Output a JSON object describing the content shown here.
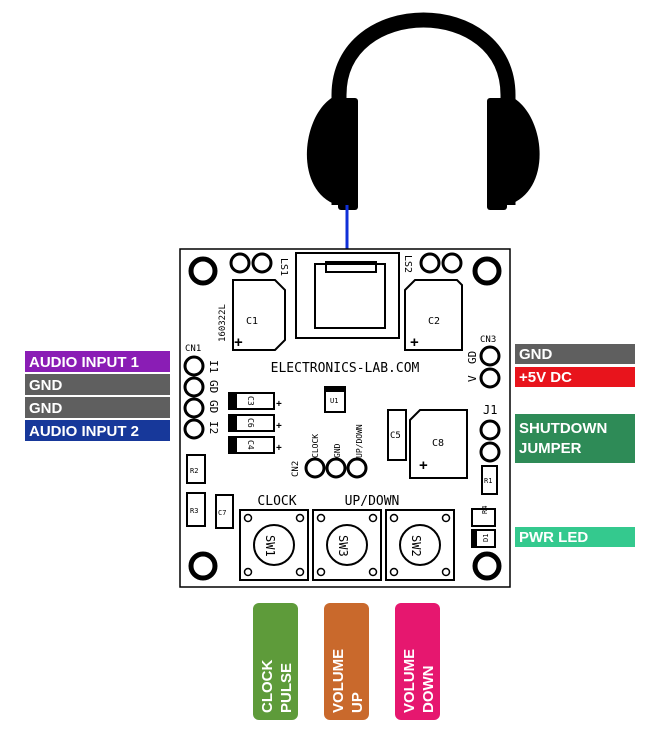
{
  "board": {
    "site": "ELECTRONICS-LAB.COM",
    "code": "160322L",
    "silk": {
      "ls1": "LS1",
      "ls2": "LS2",
      "c1": "C1",
      "c2": "C2",
      "c3": "C3",
      "c4": "C4",
      "c5": "C5",
      "c6": "C6",
      "c7": "C7",
      "c8": "C8",
      "cn1": "CN1",
      "cn2": "CN2",
      "cn3": "CN3",
      "u1": "U1",
      "j1": "J1",
      "r1": "R1",
      "r2": "R2",
      "r3": "R3",
      "r4": "R4",
      "d1": "D1",
      "i1": "I1",
      "gd1": "GD",
      "gd2": "GD",
      "i2": "I2",
      "v3": "V",
      "gd3": "GD",
      "clock": "CLOCK",
      "updown": "UP/DOWN",
      "cn2_clock": "CLOCK",
      "cn2_gnd": "GND",
      "cn2_updown": "UP/DOWN",
      "sw1": "SW1",
      "sw2": "SW2",
      "sw3": "SW3",
      "plus": "+"
    }
  },
  "labels": {
    "audio_input_1": "AUDIO INPUT 1",
    "gnd_left_1": "GND",
    "gnd_left_2": "GND",
    "audio_input_2": "AUDIO INPUT 2",
    "gnd_right": "GND",
    "plus5v": "+5V DC",
    "shutdown_1": "SHUTDOWN",
    "shutdown_2": "JUMPER",
    "pwr_led": "PWR LED",
    "clock_1": "CLOCK",
    "clock_2": "PULSE",
    "volup_1": "VOLUME",
    "volup_2": "UP",
    "voldown_1": "VOLUME",
    "voldown_2": "DOWN"
  },
  "colors": {
    "audio_input_1": "#8a1db5",
    "gnd": "#5f5f5f",
    "audio_input_2": "#17389a",
    "plus5v": "#e8141c",
    "shutdown": "#2e8b57",
    "pwr_led": "#34c98e",
    "clock": "#5e9b3a",
    "volup": "#c9692c",
    "voldown": "#e6176f",
    "wire": "#1030d8"
  }
}
